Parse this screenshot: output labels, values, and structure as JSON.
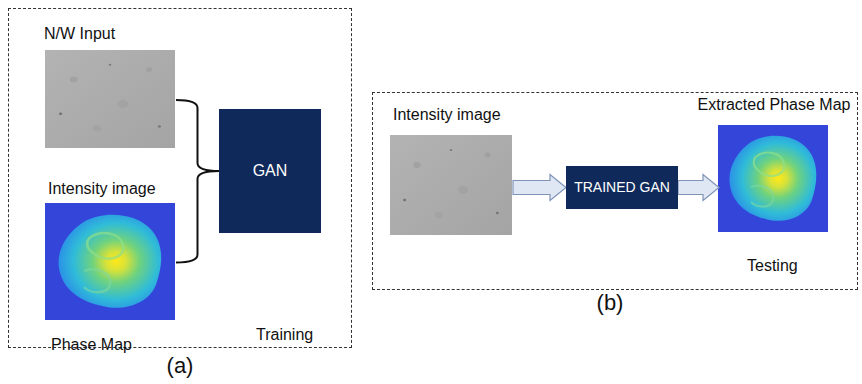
{
  "diagram": {
    "nodes": [
      {
        "text": [
          "Training"
        ]
      },
      {
        "text": [
          "Intensity image"
        ],
        "in": 0
      },
      {
        "text": [
          "Phase Map"
        ],
        "in": 0
      },
      {
        "text": [
          "GAN"
        ],
        "in": 0
      },
      {
        "text": [
          "Testing"
        ]
      },
      {
        "text": [
          "Intensity image"
        ],
        "in": 4
      },
      {
        "text": [
          "TRAINED GAN"
        ],
        "in": 4
      },
      {
        "text": [
          "Extracted Phase Map"
        ],
        "in": 4
      }
    ],
    "edges": [
      {
        "from": 1,
        "to": 3,
        "arrow": "none"
      },
      {
        "from": 2,
        "to": 3,
        "arrow": "none"
      },
      {
        "from": 5,
        "to": 6,
        "arrow": "to"
      },
      {
        "from": 6,
        "to": 7,
        "arrow": "to"
      }
    ],
    "labels": [
      "N/W Input",
      "(a)",
      "(b)"
    ]
  }
}
